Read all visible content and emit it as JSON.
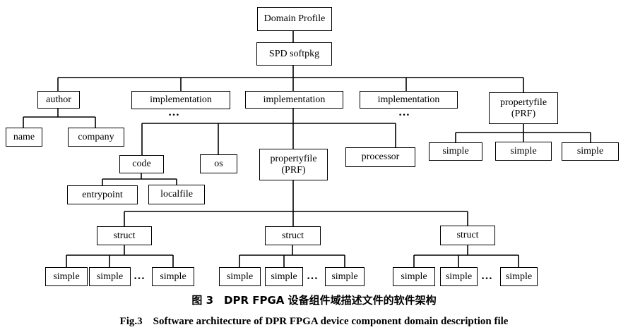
{
  "nodes": {
    "domain_profile": "Domain Profile",
    "spd_softpkg": "SPD softpkg",
    "author": "author",
    "name": "name",
    "company": "company",
    "implementation": "implementation",
    "propertyfile": "propertyfile\n(PRF)",
    "code": "code",
    "os": "os",
    "processor": "processor",
    "entrypoint": "entrypoint",
    "localfile": "localfile",
    "struct": "struct",
    "simple": "simple"
  },
  "ellipsis": "…",
  "caption": {
    "cn": "图 3　DPR FPGA 设备组件域描述文件的软件架构",
    "en": "Fig.3　Software architecture of DPR FPGA device component domain description file"
  }
}
